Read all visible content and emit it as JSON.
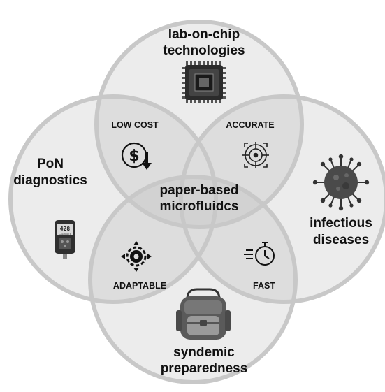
{
  "diagram": {
    "circles": {
      "top": [
        "lab-on-chip",
        "technologies"
      ],
      "left": [
        "PoN",
        "diagnostics"
      ],
      "right": [
        "infectious",
        "diseases"
      ],
      "bottom": [
        "syndemic",
        "preparedness"
      ],
      "center": [
        "paper-based",
        "microfluidcs"
      ]
    },
    "overlaps": {
      "top_left": "LOW COST",
      "top_right": "ACCURATE",
      "bottom_left": "ADAPTABLE",
      "bottom_right": "FAST"
    },
    "icons": {
      "top": "microchip-icon",
      "left": "glucose-meter-icon",
      "right": "virus-icon",
      "bottom": "backpack-icon",
      "low_cost": "dollar-down-icon",
      "accurate": "target-icon",
      "adaptable": "gear-arrows-icon",
      "fast": "stopwatch-icon"
    },
    "meter_display": [
      "428",
      "CALIBRATE"
    ],
    "colors": {
      "circle_fill": "#ececec",
      "circle_stroke": "#c8c8c8",
      "overlap_fill": "#dddddd",
      "center_fill": "#d2d2d2",
      "text": "#111111"
    }
  }
}
